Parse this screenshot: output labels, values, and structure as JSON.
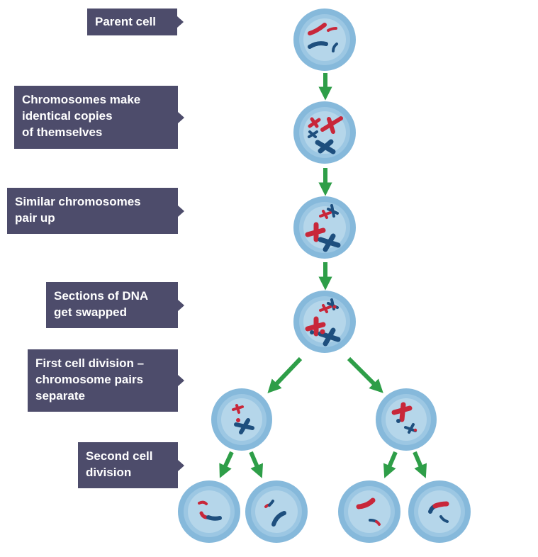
{
  "title": "Meiosis stages",
  "colors": {
    "label_bg": "#4d4c6b",
    "label_text": "#ffffff",
    "arrow": "#2e9e48",
    "cell_outer": "#86b9db",
    "cell_mid": "#9cc7e3",
    "cell_inner": "#b5d6ea",
    "chromosome_red": "#c8273a",
    "chromosome_blue": "#1e4f7e"
  },
  "stages": [
    {
      "id": "parent",
      "lines": [
        "Parent cell"
      ]
    },
    {
      "id": "copy",
      "lines": [
        "Chromosomes make",
        "identical copies",
        "of themselves"
      ]
    },
    {
      "id": "pair",
      "lines": [
        "Similar chromosomes",
        "pair up"
      ]
    },
    {
      "id": "swap",
      "lines": [
        "Sections of DNA",
        "get swapped"
      ]
    },
    {
      "id": "first-division",
      "lines": [
        "First cell division –",
        "chromosome pairs",
        "separate"
      ]
    },
    {
      "id": "second-division",
      "lines": [
        "Second cell",
        "division"
      ]
    }
  ]
}
